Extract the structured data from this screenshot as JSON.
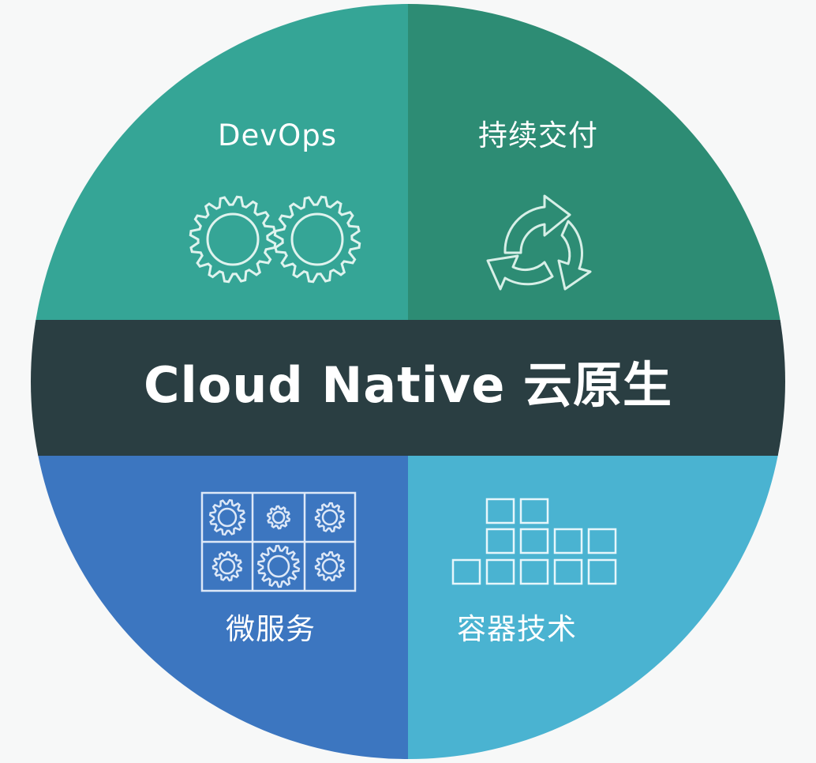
{
  "title": "Cloud Native 云原生",
  "quadrants": [
    {
      "label": "DevOps",
      "icon": "gears-icon",
      "color": "#35a596"
    },
    {
      "label": "持续交付",
      "icon": "cycle-arrows-icon",
      "color": "#2d8c74"
    },
    {
      "label": "微服务",
      "icon": "microservice-grid-icon",
      "color": "#3c76c0"
    },
    {
      "label": "容器技术",
      "icon": "container-blocks-icon",
      "color": "#4ab3d1"
    }
  ],
  "banner_color": "#2a3e42"
}
